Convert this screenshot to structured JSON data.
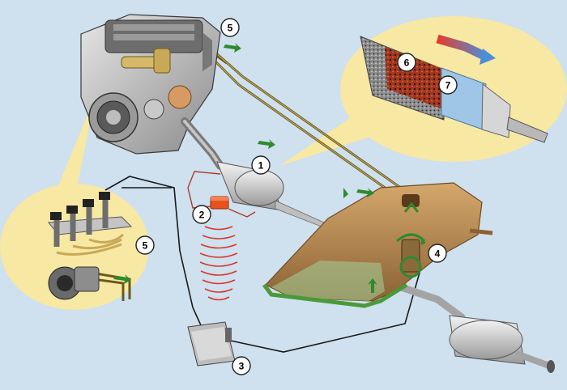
{
  "diagram": {
    "background_color": "#cfe0ee",
    "bubble_color": "#f7e8a4",
    "fuel_line_color": "#6b5a1c",
    "flow_arrow_color": "#2f8a2f",
    "wire_color": "#1a1a1a",
    "sensor_color": "#e8531b",
    "signal_color": "#d23a2a",
    "tank_color": "#b5874b",
    "fuel_green_color": "#4b9a3a",
    "callouts": [
      {
        "id": "1",
        "label": "1"
      },
      {
        "id": "2",
        "label": "2"
      },
      {
        "id": "3",
        "label": "3"
      },
      {
        "id": "4",
        "label": "4"
      },
      {
        "id": "5",
        "label": "5"
      },
      {
        "id": "5b",
        "label": "5"
      },
      {
        "id": "6",
        "label": "6"
      },
      {
        "id": "7",
        "label": "7"
      }
    ]
  }
}
